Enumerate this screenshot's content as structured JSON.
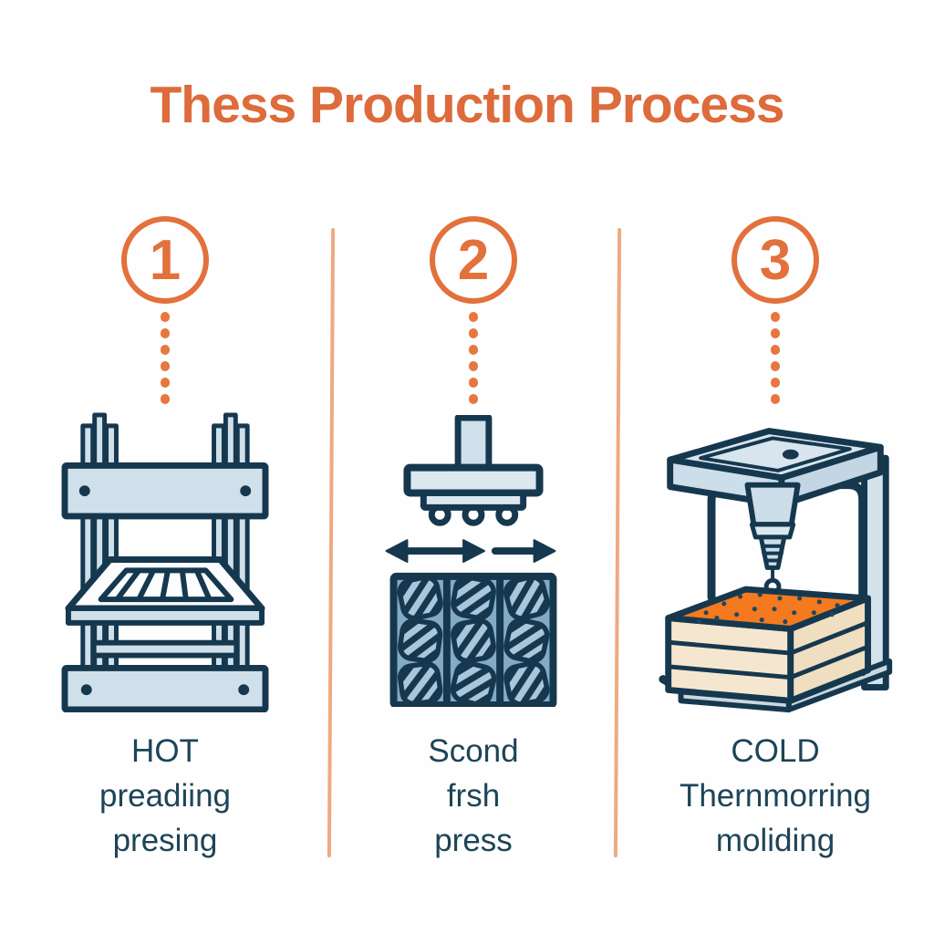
{
  "title": "Thess Production Process",
  "colors": {
    "title_orange": "#DD6B3B",
    "badge_orange": "#E2713C",
    "connector_orange": "#E8763F",
    "divider_orange": "#EDAB80",
    "outline_navy": "#16384F",
    "label_navy": "#1D4457",
    "machine_light_blue": "#CFE0EA",
    "mold_grid_blue": "#84ABC6",
    "mold_blue": "#A9C6DB",
    "material_orange": "#F4791F",
    "material_cream": "#F5E7CF"
  },
  "steps": [
    {
      "number": "1",
      "icon": "hot-press-machine-icon",
      "label_lines": [
        "HOT",
        "preadiing",
        "presing"
      ]
    },
    {
      "number": "2",
      "icon": "mold-tray-press-icon",
      "label_lines": [
        "Scond",
        "frsh",
        "press"
      ]
    },
    {
      "number": "3",
      "icon": "cold-thermoforming-machine-icon",
      "label_lines": [
        "COLD",
        "Thernmorring",
        "moliding"
      ]
    }
  ]
}
